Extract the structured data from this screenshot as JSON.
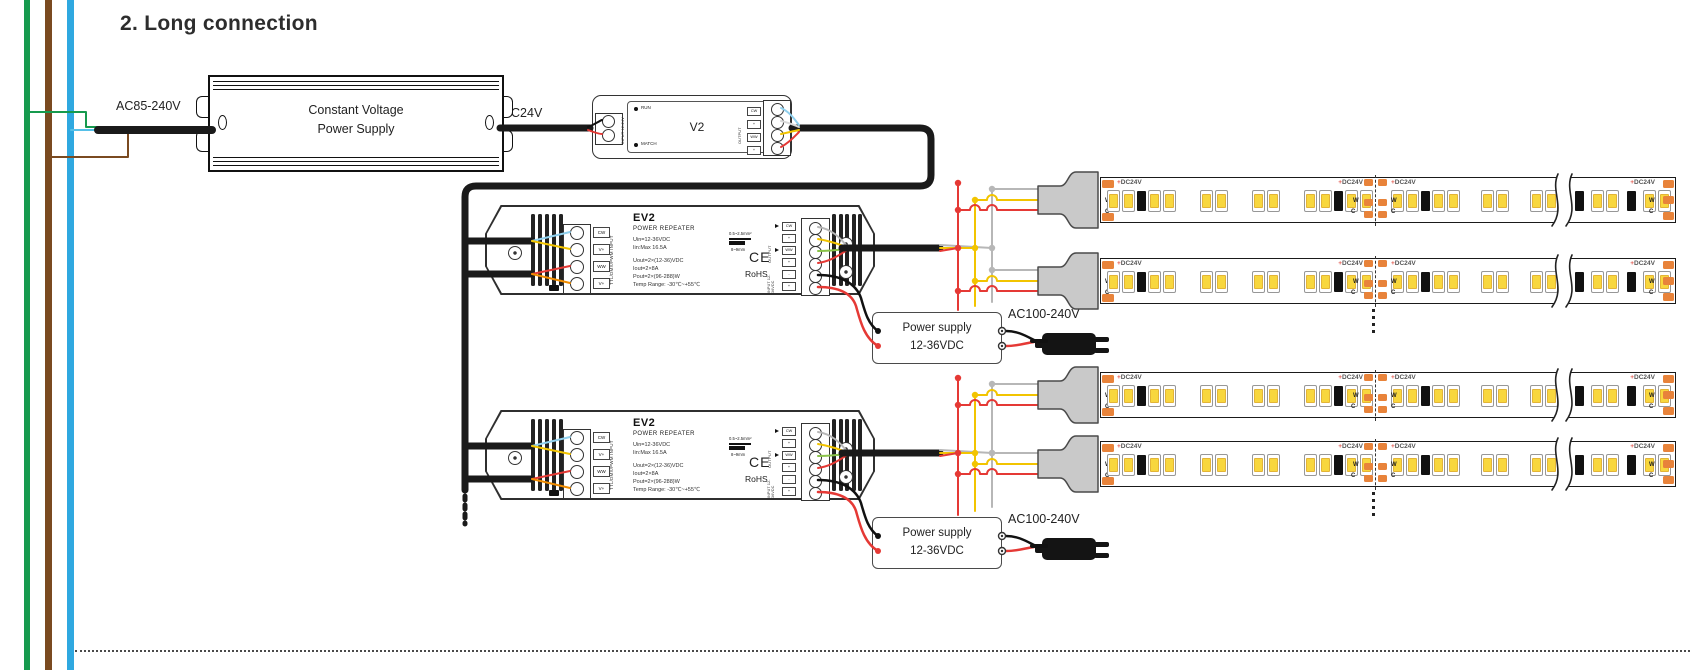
{
  "title": "2. Long connection",
  "colors": {
    "bus_green": "#169a4e",
    "bus_brown": "#7a4a20",
    "bus_blue": "#2fa8e0",
    "wire_red": "#e53935",
    "wire_yellow": "#f2c400",
    "wire_gray": "#b7b7b7",
    "strip_pad_orange": "#e8833a"
  },
  "psu": {
    "line1": "Constant Voltage",
    "line2": "Power Supply",
    "input_label": "AC85-240V",
    "output_label": "DC24V"
  },
  "v2": {
    "name": "V2",
    "run": "RUN",
    "match": "MATCH",
    "input_label": "INPUT 12-24V",
    "output_label": "OUTPUT",
    "out_terms": [
      "CW",
      "+",
      "WW",
      "+"
    ]
  },
  "ev2": {
    "model": "EV2",
    "subtitle": "POWER REPEATER",
    "specs": [
      "Uin=12-36VDC",
      "Iin:Max 16.5A",
      "Uout=2×(12-36)VDC",
      "Iout=2×8A",
      "Pout=2×(96-288)W",
      "Temp Range: -30℃~+55℃"
    ],
    "wire_spec": "0.5~2.5mm²",
    "strip_len": "8~9mm",
    "ce": "CE",
    "rohs": "RoHS",
    "ttl_label": "TTL/DMX/PWM INPUT",
    "in_terms": [
      "CW",
      "V+",
      "WW",
      "V+"
    ],
    "output_label": "OUTPUT",
    "out_terms": [
      "CW",
      "+",
      "WW",
      "+"
    ],
    "dc_input_label": "INPUT 12-36VDC",
    "dc_terms": [
      "-",
      "+"
    ]
  },
  "ps": {
    "line1": "Power supply",
    "line2": "12-36VDC",
    "ac_label": "AC100-240V"
  },
  "strip": {
    "dc": "+DC24V",
    "w": "W",
    "c": "C"
  }
}
